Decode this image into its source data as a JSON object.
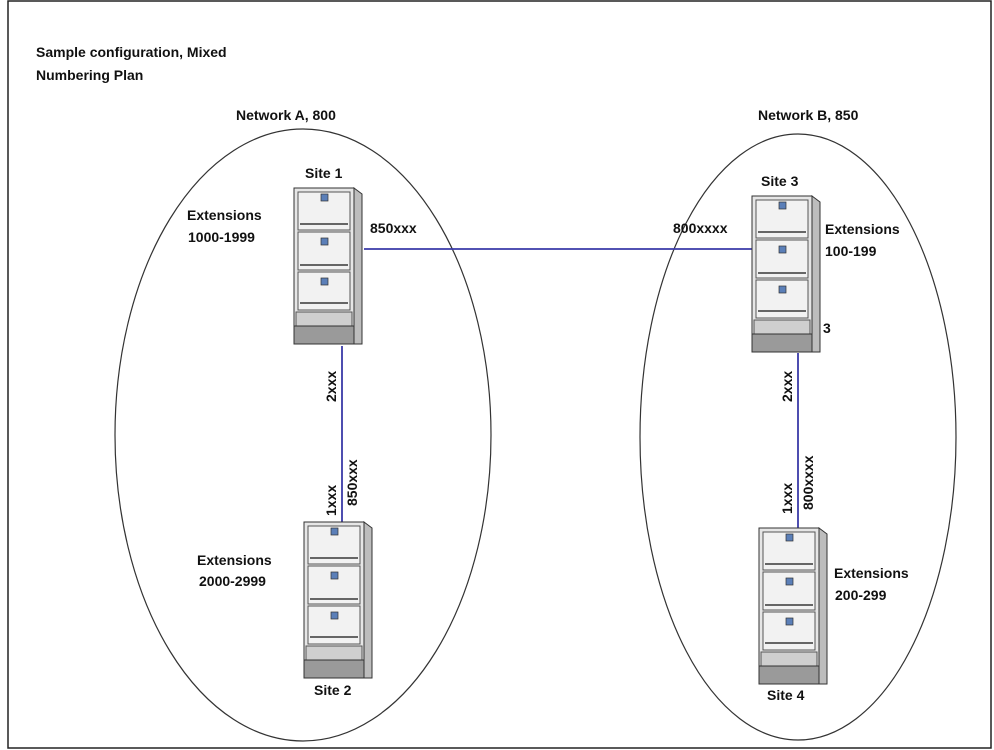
{
  "title_lines": [
    "Sample configuration, Mixed",
    "Numbering Plan"
  ],
  "networks": [
    {
      "label": "Network A, 800"
    },
    {
      "label": "Network B, 850"
    }
  ],
  "sites": [
    {
      "name": "Site 1",
      "ext_label": "Extensions",
      "ext_range": "1000-1999"
    },
    {
      "name": "Site 2",
      "ext_label": "Extensions",
      "ext_range": "2000-2999"
    },
    {
      "name": "Site 3",
      "ext_label": "Extensions",
      "ext_range": "100-199",
      "extra_label": "3"
    },
    {
      "name": "Site 4",
      "ext_label": "Extensions",
      "ext_range": "200-299"
    }
  ],
  "links": [
    {
      "from": "Site 1",
      "to": "Site 3",
      "label_from": "850xxx",
      "label_to": "800xxxx"
    },
    {
      "from": "Site 1",
      "to": "Site 2",
      "label_from": "2xxx",
      "label_to": "1xxx",
      "label_extra": "850xxx"
    },
    {
      "from": "Site 3",
      "to": "Site 4",
      "label_from": "2xxx",
      "label_to": "1xxx",
      "label_extra": "800xxxx"
    }
  ],
  "colors": {
    "link": "#3a3aa8",
    "border": "#222222",
    "cabinet_body": "#e3e3e3",
    "cabinet_indicator": "#5b7fb8"
  }
}
